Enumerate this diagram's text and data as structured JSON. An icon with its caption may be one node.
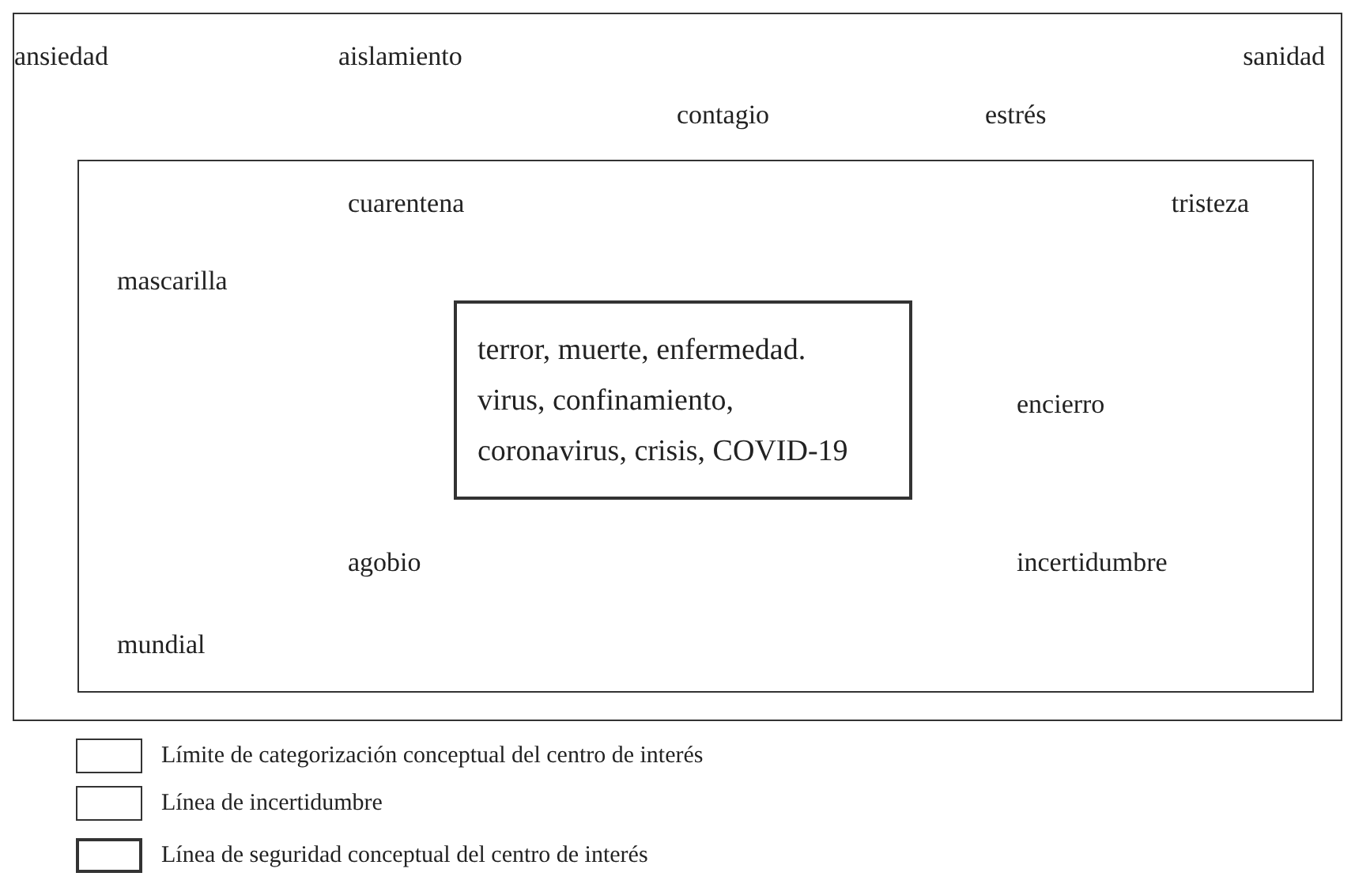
{
  "diagram": {
    "nodes": [
      {
        "text": [
          "ansiedad",
          "aislamiento",
          "sanidad",
          "contagio",
          "estrés"
        ]
      },
      {
        "text": [
          "cuarentena",
          "tristeza",
          "mascarilla",
          "encierro",
          "agobio",
          "incertidumbre",
          "mundial"
        ],
        "in": 0
      },
      {
        "text": [
          "terror, muerte, enfermedad. virus, confinamiento, coronavirus, crisis, COVID-19"
        ],
        "in": 1
      }
    ],
    "legend": [
      {
        "text": "Límite de categorización conceptual del centro de interés"
      },
      {
        "text": "Línea de incertidumbre"
      },
      {
        "text": "Línea de seguridad conceptual del centro de interés"
      }
    ]
  }
}
